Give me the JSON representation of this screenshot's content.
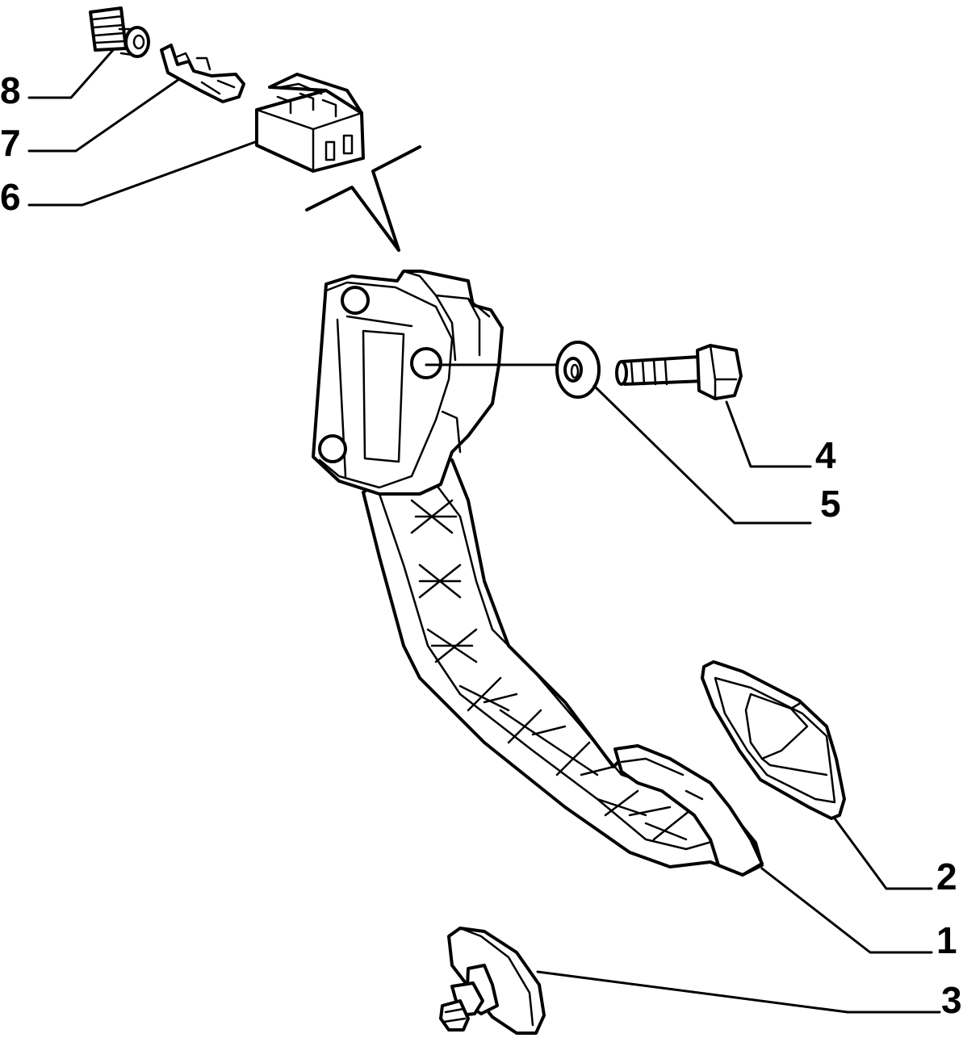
{
  "diagram": {
    "callouts": [
      {
        "id": "8",
        "label": "8"
      },
      {
        "id": "7",
        "label": "7"
      },
      {
        "id": "6",
        "label": "6"
      },
      {
        "id": "4",
        "label": "4"
      },
      {
        "id": "5",
        "label": "5"
      },
      {
        "id": "2",
        "label": "2"
      },
      {
        "id": "1",
        "label": "1"
      },
      {
        "id": "3",
        "label": "3"
      }
    ],
    "parts": [
      {
        "ref": "1",
        "name": "pedal-arm-icon"
      },
      {
        "ref": "2",
        "name": "pedal-pad-icon"
      },
      {
        "ref": "3",
        "name": "stop-switch-icon"
      },
      {
        "ref": "4",
        "name": "bolt-icon"
      },
      {
        "ref": "5",
        "name": "washer-icon"
      },
      {
        "ref": "6",
        "name": "connector-housing-icon"
      },
      {
        "ref": "7",
        "name": "terminal-icon"
      },
      {
        "ref": "8",
        "name": "seal-icon"
      }
    ],
    "colors": {
      "line": "#000000",
      "background": "#ffffff"
    }
  }
}
